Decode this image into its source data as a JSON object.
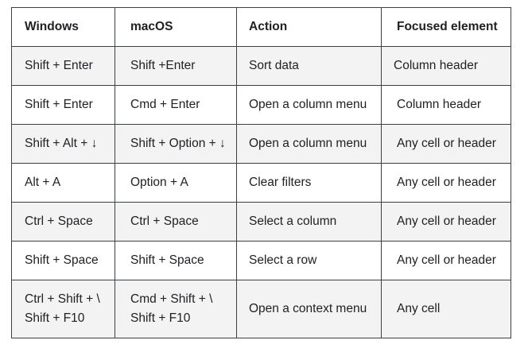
{
  "table": {
    "headers": {
      "windows": "Windows",
      "macos": "macOS",
      "action": "Action",
      "focused": "Focused element"
    },
    "rows": [
      {
        "windows": "Shift + Enter",
        "macos": "Shift +Enter",
        "action": "Sort data",
        "focused": "Column header"
      },
      {
        "windows": "Shift + Enter",
        "macos": "Cmd + Enter",
        "action": "Open a column menu",
        "focused": "Column header"
      },
      {
        "windows": "Shift + Alt + ↓",
        "macos": "Shift + Option + ↓",
        "action": "Open a column menu",
        "focused": "Any cell or header"
      },
      {
        "windows": "Alt + A",
        "macos": "Option + A",
        "action": "Clear filters",
        "focused": "Any cell or header"
      },
      {
        "windows": "Ctrl + Space",
        "macos": "Ctrl + Space",
        "action": "Select a column",
        "focused": "Any cell or header"
      },
      {
        "windows": "Shift + Space",
        "macos": "Shift + Space",
        "action": "Select a row",
        "focused": "Any cell or header"
      },
      {
        "windows": [
          "Ctrl + Shift + \\",
          "Shift + F10"
        ],
        "macos": [
          "Cmd + Shift + \\",
          "Shift + F10"
        ],
        "action": "Open a context menu",
        "focused": "Any cell"
      }
    ]
  }
}
